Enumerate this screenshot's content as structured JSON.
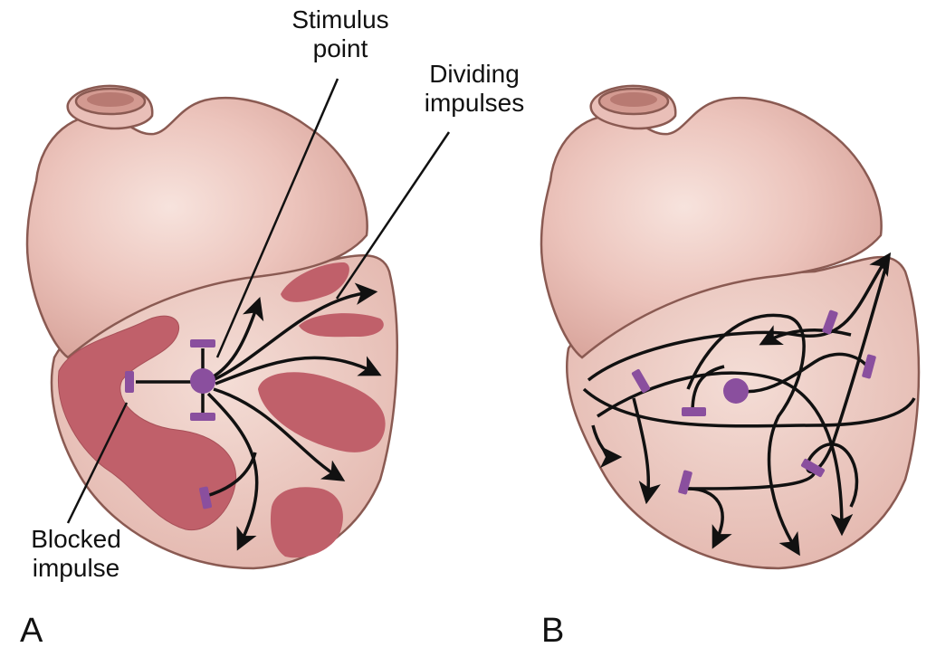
{
  "panels": [
    {
      "letter": "A",
      "labels": {
        "stimulus": [
          "Stimulus",
          "point"
        ],
        "dividing": [
          "Dividing",
          "impulses"
        ],
        "blocked": [
          "Blocked",
          "impulse"
        ]
      }
    },
    {
      "letter": "B"
    }
  ],
  "colors": {
    "heart_fill": "#e9bfb8",
    "heart_outline": "#8a5a52",
    "ventricle_fill": "#efd0c8",
    "scar_fill": "#c0606a",
    "impulse_line": "#111111",
    "marker": "#8a4f9e"
  }
}
